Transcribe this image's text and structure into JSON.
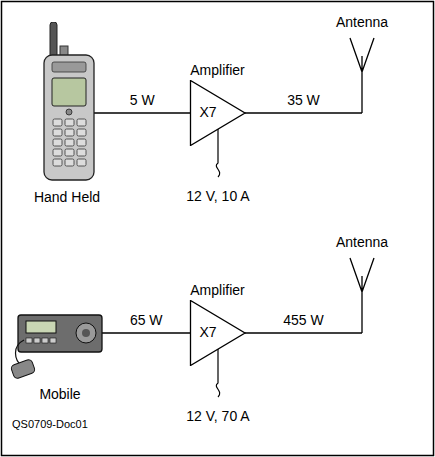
{
  "diagram": {
    "nodes": [
      {
        "text": [
          "Hand Held"
        ]
      },
      {
        "text": [
          "Amplifier",
          "X7"
        ]
      },
      {
        "text": [
          "Antenna"
        ]
      },
      {
        "text": [
          "Mobile"
        ]
      },
      {
        "text": [
          "Amplifier",
          "X7"
        ]
      },
      {
        "text": [
          "Antenna"
        ]
      }
    ],
    "edges": [
      {
        "from": 0,
        "to": 1,
        "label": "5 W",
        "arrow": "none"
      },
      {
        "from": 1,
        "to": 2,
        "label": "35 W",
        "arrow": "none"
      },
      {
        "from": 3,
        "to": 4,
        "label": "65 W",
        "arrow": "none"
      },
      {
        "from": 4,
        "to": 5,
        "label": "455 W",
        "arrow": "none"
      }
    ],
    "labels": [
      "12 V, 10 A",
      "12 V, 70 A",
      "QS0709-Doc01"
    ]
  }
}
